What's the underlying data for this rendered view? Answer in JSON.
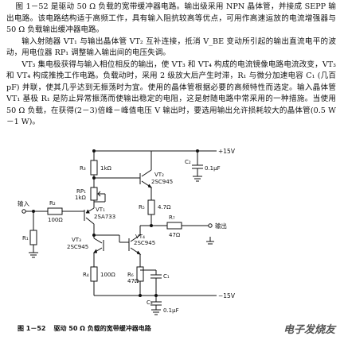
{
  "text": {
    "para1": "图 1－52 是驱动 50 Ω 负载的宽带缓冲器电路。输出级采用 NPN 晶体管，并接成 SEPP 输出电路。该电路结构适于高频工作，具有输入阻抗较高等优点，可用作高速运放的电流增强器与 50 Ω 负载输出缓冲器电路。",
    "para2": "输入射随器 VT₁ 与输出晶体管 VT₂ 互补连接，抵消 V_BE 变动所引起的输出直流电平的波动，用电位器 RP₁ 调整输入输出间的电压失调。",
    "para3": "VT₃ 集电极获得与输入相位相反的输出，使 VT₃ 和 VT₄ 构成的电流镜像电路电流改变，VT₃ 和 VT₄ 构成推挽工作电路。负载动时，采用 2 级放大后产生时滞，R₁ 与微分加速电容 C₁ (几百 pF) 并联，使其几乎达到无振荡时为宜。使用的晶体管根据必要的高频特性而选定。输入晶体管 VT₁ 基极 R₁ 是防止异常振荡而使输出稳定的电阻，这是射随电路中常采用的一种措施。当使用 50 Ω 负载，在获得(2－3)倍峰－峰值电压 V 输出时，要选用输出允许损耗较大的晶体管(0.5 W－1 W)。"
  },
  "schematic": {
    "input_label": "输入",
    "output_label": "输出",
    "vpos": "+15V",
    "vneg": "−15V",
    "r1": "R₁",
    "r2": "R₂",
    "r2_val": "100Ω",
    "r3": "R₃",
    "r3_val": "1kΩ",
    "rp1": "RP₁",
    "rp1_val": "1kΩ",
    "vt1": "VT₁",
    "vt1_part": "2SA733",
    "vt2": "VT₂",
    "vt2_part": "2SC945",
    "vt3": "VT₃",
    "vt3_part": "2SC945",
    "vt4": "VT₄",
    "vt4_part": "2SC945",
    "r4": "R₄",
    "r4_val": "100Ω",
    "r5": "R₅",
    "r5_val": "4.7Ω",
    "r6": "R₆",
    "r6_val": "47Ω",
    "r7": "R₇",
    "r7_val": "47Ω",
    "c1": "C₁",
    "c2": "C₂",
    "c2_val": "0.1μF",
    "c3": "C₃",
    "c3_val": "0.1μF"
  },
  "caption": {
    "number": "图 1－52",
    "title": "驱动 50 Ω 负载的宽带缓冲器电路"
  },
  "watermark": "电子发烧友"
}
